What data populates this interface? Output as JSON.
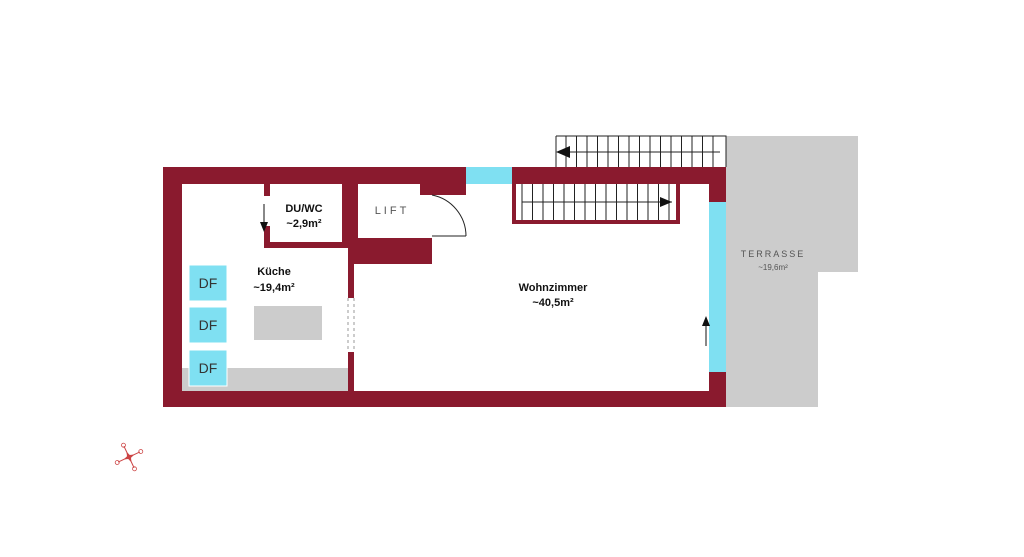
{
  "colors": {
    "wall": "#8a1a2e",
    "window": "#7fe0f2",
    "terrace": "#cccccc",
    "furniture": "#cccccc",
    "stair_line": "#222222"
  },
  "rooms": {
    "du_wc": {
      "name": "DU/WC",
      "area": "~2,9m²"
    },
    "lift": {
      "name": "LIFT"
    },
    "kueche": {
      "name": "Küche",
      "area": "~19,4m²"
    },
    "wohnzimmer": {
      "name": "Wohnzimmer",
      "area": "~40,5m²"
    },
    "terrasse": {
      "name": "TERRASSE",
      "area": "~19,6m²"
    }
  },
  "skylights": [
    "DF",
    "DF",
    "DF"
  ],
  "compass": {
    "icon": "compass-rose-icon"
  }
}
